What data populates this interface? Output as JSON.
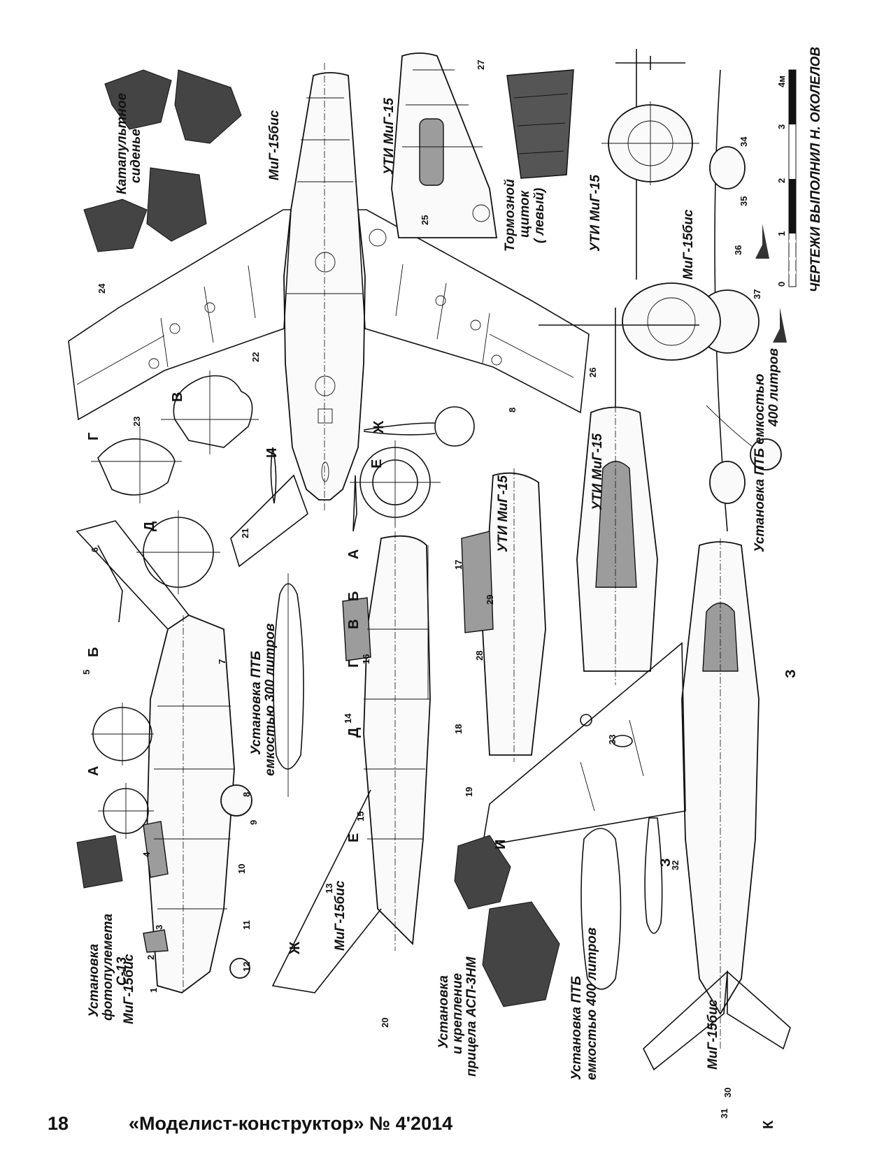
{
  "page": {
    "number": "18",
    "magazine": "«Моделист-конструктор» № 4'2014"
  },
  "labels": {
    "mig15bis_top": "МиГ-15бис",
    "uti_top": "УТИ МиГ-15",
    "brake_flap": [
      "Тормозной",
      "щиток",
      "( левый)"
    ],
    "catapult_seat": [
      "Катапультное",
      "сиденье"
    ],
    "front_views_uti": "УТИ МиГ-15",
    "front_views_bis": "МиГ-15бис",
    "author": "ЧЕРТЕЖИ ВЫПОЛНИЛ  Н. ОКОЛЕЛОВ",
    "scale_unit": "4м",
    "scale_ticks": [
      "0",
      "1",
      "2",
      "3"
    ],
    "ptb400_right": [
      "Установка ПТБ емкостью",
      "400 литров"
    ],
    "ptb300": [
      "Установка ПТБ",
      "емкостью 300 литров"
    ],
    "uti_side": "УТИ МиГ-15",
    "uti_top_canopy": "УТИ МиГ-15",
    "mig15bis_side_center": "МиГ-15бис",
    "mig15bis_side_left": "МиГ-15бис",
    "camera_install": [
      "Установка",
      "фотопулемета",
      "С-13"
    ],
    "asp_install": [
      "Установка",
      "и крепление",
      "прицела АСП-3НМ"
    ],
    "ptb400_bottom": [
      "Установка ПТБ",
      "емкостью 400 литров"
    ],
    "mig15bis_bottom": "МиГ-15бис"
  },
  "sections": [
    "А",
    "Б",
    "В",
    "Г",
    "Д",
    "Е",
    "Ж",
    "З",
    "И",
    "К"
  ],
  "callouts": [
    "1",
    "2",
    "3",
    "4",
    "5",
    "6",
    "7",
    "8",
    "9",
    "10",
    "11",
    "12",
    "13",
    "14",
    "15",
    "16",
    "17",
    "18",
    "19",
    "20",
    "21",
    "22",
    "23",
    "24",
    "25",
    "26",
    "27",
    "28",
    "29",
    "30",
    "31",
    "32",
    "33",
    "34",
    "35",
    "36",
    "37"
  ]
}
